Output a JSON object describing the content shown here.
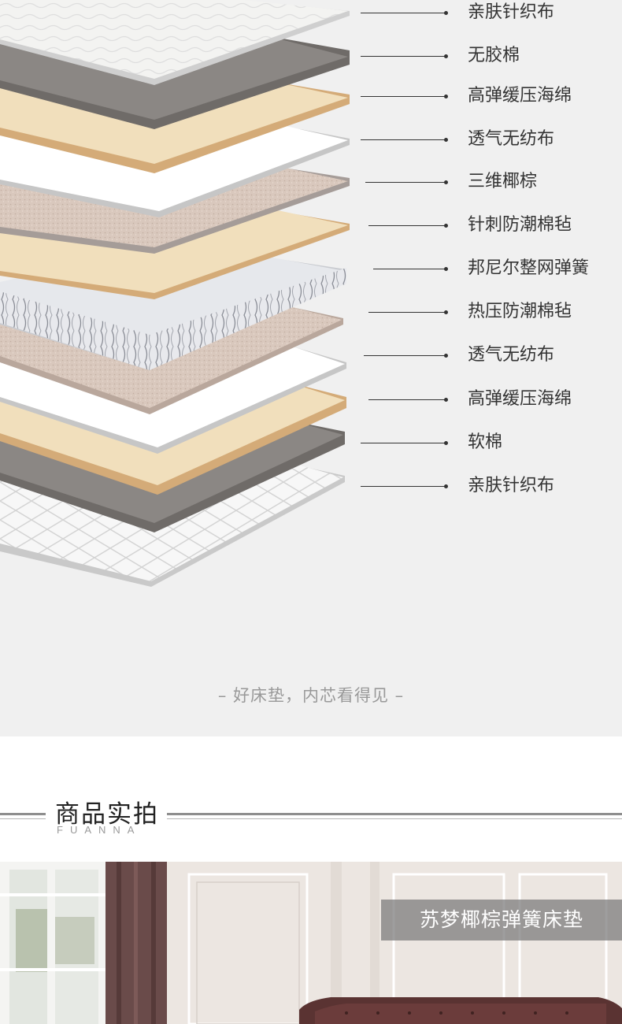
{
  "layers": [
    {
      "label": "亲肤针织布"
    },
    {
      "label": "无胶棉"
    },
    {
      "label": "高弹缓压海绵"
    },
    {
      "label": "透气无纺布"
    },
    {
      "label": "三维椰棕"
    },
    {
      "label": "针刺防潮棉毡"
    },
    {
      "label": "邦尼尔整网弹簧"
    },
    {
      "label": "热压防潮棉毡"
    },
    {
      "label": "透气无纺布"
    },
    {
      "label": "高弹缓压海绵"
    },
    {
      "label": "软棉"
    },
    {
      "label": "亲肤针织布"
    }
  ],
  "slogan": "– 好床垫，内芯看得见 –",
  "section": {
    "title": "商品实拍",
    "subtitle": "FUANNA"
  },
  "photo": {
    "product_name": "苏梦椰棕弹簧床垫"
  },
  "colors": {
    "background": "#f0f0f0",
    "knit_fabric": "#f4f4f2",
    "cotton_gray": "#8b8784",
    "foam_cream": "#f1dfbc",
    "foam_edge": "#d4ab78",
    "nonwoven_white": "#ffffff",
    "coir_brown": "#d7c5ba",
    "spring_silver": "#e6e8ec",
    "label_text": "#333333",
    "slogan_text": "#999999"
  }
}
